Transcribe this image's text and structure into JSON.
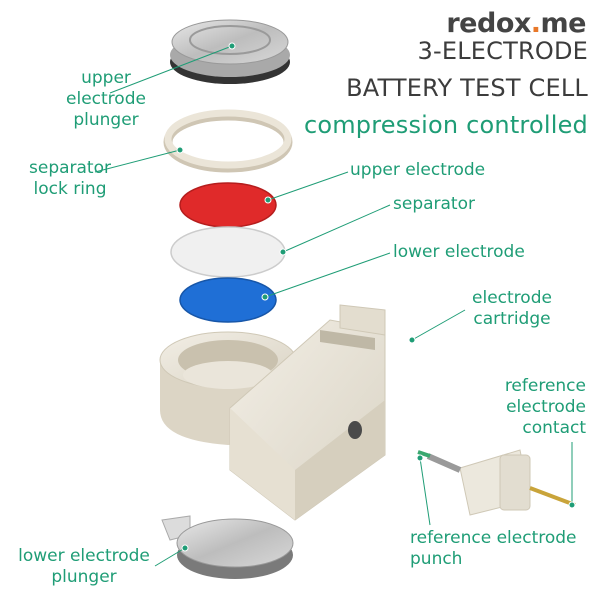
{
  "brand": {
    "name_main": "redox",
    "name_accent": ".",
    "name_tail": "me"
  },
  "title": {
    "line1": "3-ELECTRODE",
    "line2": "BATTERY TEST CELL",
    "line3": "compression controlled"
  },
  "labels": {
    "upper_plunger": [
      "upper",
      "electrode",
      "plunger"
    ],
    "lock_ring": [
      "separator",
      "lock ring"
    ],
    "upper_electrode": "upper electrode",
    "separator": "separator",
    "lower_electrode": "lower electrode",
    "cartridge": [
      "electrode",
      "cartridge"
    ],
    "reference_contact": [
      "reference",
      "electrode",
      "contact"
    ],
    "reference_punch": [
      "reference electrode",
      "punch"
    ],
    "lower_plunger": [
      "lower electrode",
      "plunger"
    ]
  },
  "colors": {
    "accent_green": "#1f9d76",
    "brand_orange": "#e8782a",
    "upper_electrode": "#e02a2a",
    "separator": "#f0f0f0",
    "lower_electrode": "#1f6fd6",
    "cartridge_body": "#e9e4d8",
    "metal": "#c9c9c9"
  }
}
